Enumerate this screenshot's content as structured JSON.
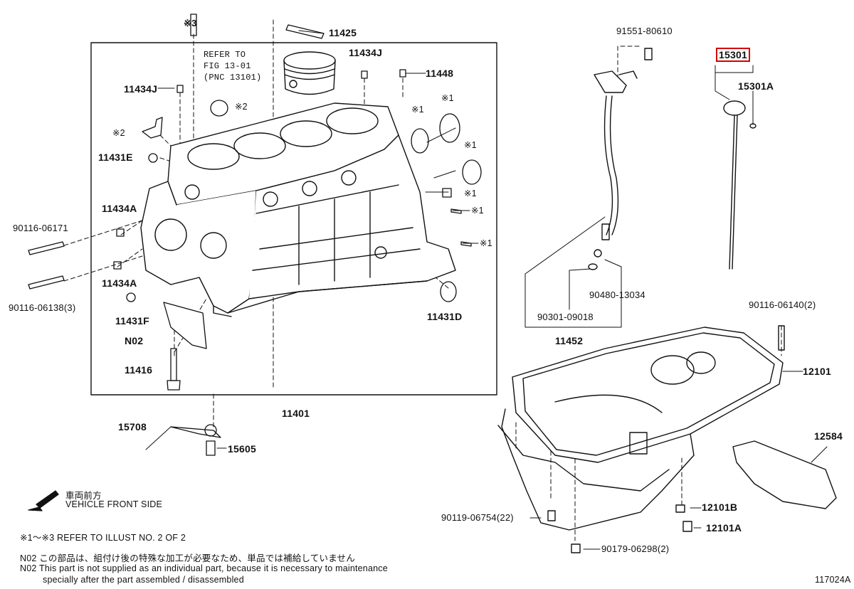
{
  "diagram_id": "117024A",
  "refer_note": [
    "REFER TO",
    "FIG 13-01",
    "(PNC 13101)"
  ],
  "labels": {
    "p11425": "11425",
    "p11434J_top": "11434J",
    "p11448": "11448",
    "p11434J_left": "11434J",
    "p11431E": "11431E",
    "p11434A_a": "11434A",
    "p11434A_b": "11434A",
    "p11431F": "11431F",
    "pN02": "N02",
    "p11416": "11416",
    "p11401": "11401",
    "p11431D": "11431D",
    "p90116_06171": "90116-06171",
    "p90116_06138": "90116-06138(3)",
    "p15708": "15708",
    "p15605": "15605",
    "p91551_80610": "91551-80610",
    "p15301": "15301",
    "p15301A": "15301A",
    "p90480_13034": "90480-13034",
    "p90301_09018": "90301-09018",
    "p11452": "11452",
    "p90116_06140": "90116-06140(2)",
    "p12101": "12101",
    "p12584": "12584",
    "p90119_06754": "90119-06754(22)",
    "p12101B": "12101B",
    "p12101A": "12101A",
    "p90179_06298": "90179-06298(2)",
    "m3": "※3",
    "m2a": "※2",
    "m2b": "※2",
    "m1a": "※1",
    "m1b": "※1",
    "m1c": "※1",
    "m1d": "※1",
    "m1e": "※1",
    "m1f": "※1"
  },
  "legend": {
    "front_jp": "車両前方",
    "front_en": "VEHICLE FRONT SIDE",
    "refer_illust": "※1～※3  REFER TO ILLUST NO. 2 OF 2",
    "n02_jp": "N02  この部品は、組付け後の特殊な加工が必要なため、単品では補給していません",
    "n02_en1": "N02  This part is not supplied as an individual part, because it is necessary to maintenance",
    "n02_en2": "specially after the part assembled / disassembled"
  },
  "highlight_color": "#d40000"
}
